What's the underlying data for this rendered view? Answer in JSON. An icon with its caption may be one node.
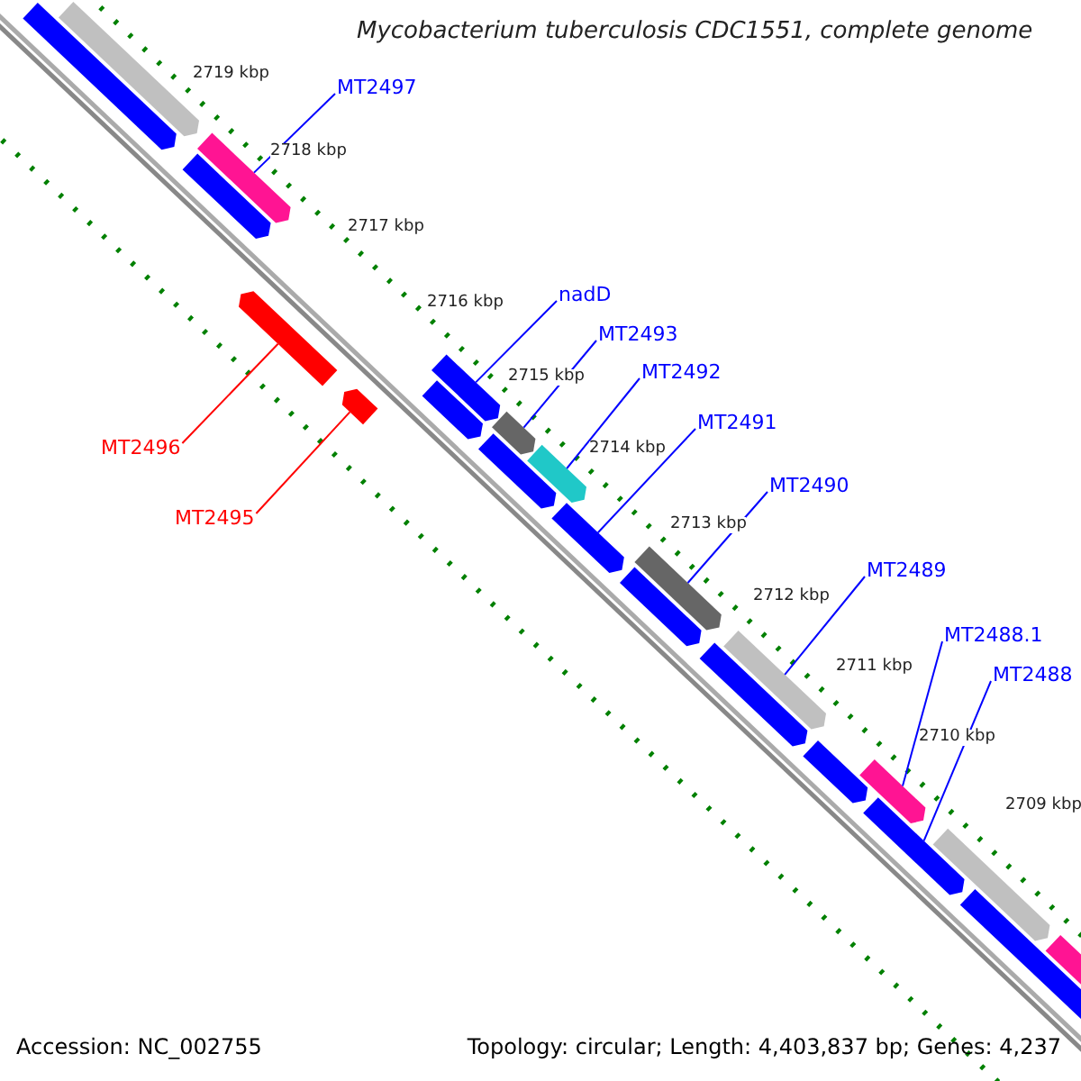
{
  "diagram": {
    "title": "Mycobacterium tuberculosis CDC1551, complete genome",
    "nodes": [
      {
        "text": [
          "MT2497"
        ]
      },
      {
        "text": [
          "nadD"
        ]
      },
      {
        "text": [
          "MT2493"
        ]
      },
      {
        "text": [
          "MT2492"
        ]
      },
      {
        "text": [
          "MT2491"
        ]
      },
      {
        "text": [
          "MT2490"
        ]
      },
      {
        "text": [
          "MT2489"
        ]
      },
      {
        "text": [
          "MT2488.1"
        ]
      },
      {
        "text": [
          "MT2488"
        ]
      },
      {
        "text": [
          "MT2496"
        ]
      },
      {
        "text": [
          "MT2495"
        ]
      },
      {
        "text": [],
        "shape": "bar"
      },
      {
        "text": [],
        "shape": "bar"
      },
      {
        "text": [],
        "shape": "bar"
      },
      {
        "text": [],
        "shape": "bar"
      },
      {
        "text": [],
        "shape": "bar"
      },
      {
        "text": [],
        "shape": "bar"
      },
      {
        "text": [],
        "shape": "bar"
      },
      {
        "text": [],
        "shape": "bar"
      },
      {
        "text": [],
        "shape": "bar"
      },
      {
        "text": [],
        "shape": "bar"
      },
      {
        "text": [],
        "shape": "bar"
      },
      {
        "text": [],
        "shape": "bar"
      },
      {
        "text": [],
        "shape": "bar"
      },
      {
        "text": [],
        "shape": "bar"
      },
      {
        "text": [],
        "shape": "bar"
      },
      {
        "text": [],
        "shape": "bar"
      },
      {
        "text": [],
        "shape": "bar"
      },
      {
        "text": [],
        "shape": "bar"
      },
      {
        "text": [],
        "shape": "bar"
      },
      {
        "text": [],
        "shape": "bar"
      },
      {
        "text": [],
        "shape": "bar"
      },
      {
        "text": [],
        "shape": "bar"
      }
    ],
    "edges": [
      {
        "from": 0,
        "to": 13,
        "arrow": "none"
      },
      {
        "from": 1,
        "to": 17,
        "arrow": "none"
      },
      {
        "from": 2,
        "to": 19,
        "arrow": "none"
      },
      {
        "from": 3,
        "to": 21,
        "arrow": "none"
      },
      {
        "from": 4,
        "to": 22,
        "arrow": "none"
      },
      {
        "from": 5,
        "to": 23,
        "arrow": "none"
      },
      {
        "from": 6,
        "to": 26,
        "arrow": "none"
      },
      {
        "from": 7,
        "to": 28,
        "arrow": "none"
      },
      {
        "from": 8,
        "to": 29,
        "arrow": "none"
      },
      {
        "from": 9,
        "to": 15,
        "arrow": "none",
        "color": "#ff0000"
      },
      {
        "from": 10,
        "to": 16,
        "arrow": "none",
        "color": "#ff0000"
      }
    ],
    "labels": [
      "2719 kbp",
      "2718 kbp",
      "2717 kbp",
      "2716 kbp",
      "2715 kbp",
      "2714 kbp",
      "2713 kbp",
      "2712 kbp",
      "2711 kbp",
      "2710 kbp",
      "2709 kbp",
      "Accession: NC_002755",
      "Topology: circular; Length: 4,403,837 bp; Genes: 4,237"
    ]
  }
}
